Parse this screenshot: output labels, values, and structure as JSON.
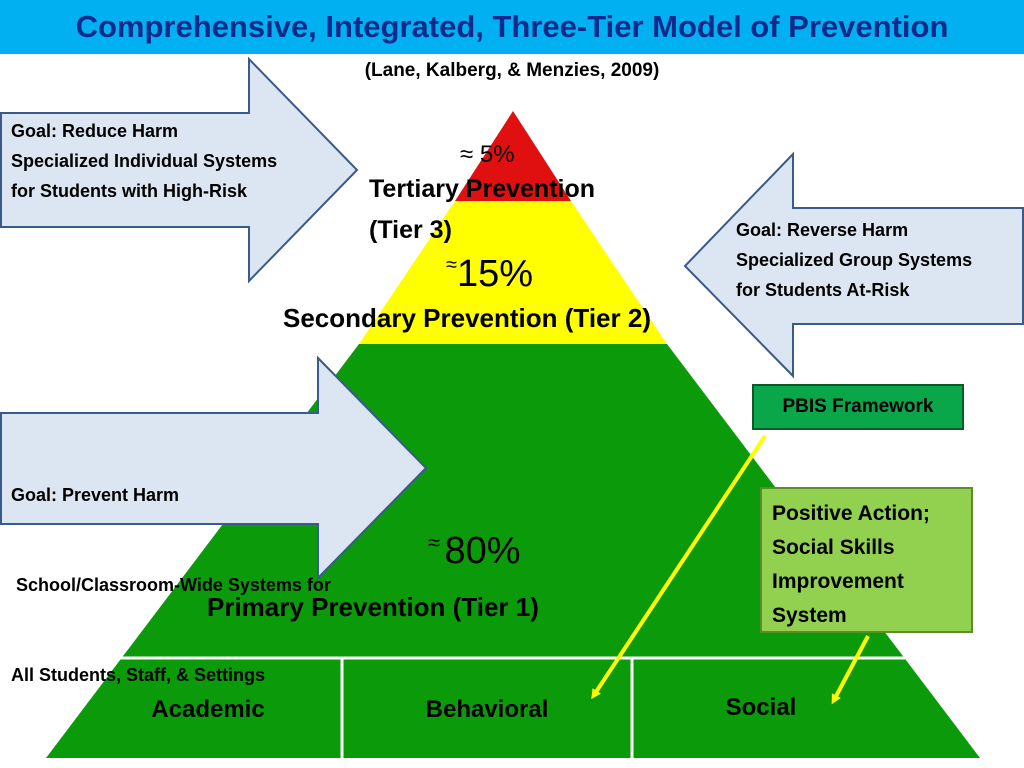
{
  "title": "Comprehensive, Integrated, Three-Tier Model of Prevention",
  "citation": "(Lane, Kalberg, & Menzies, 2009)",
  "colors": {
    "title_bar": "#00b0f0",
    "title_text": "#0d2a8c",
    "tier3": "#e01010",
    "tier2": "#ffff00",
    "tier1": "#0a9a0a",
    "arrow_fill": "#dce6f2",
    "arrow_stroke": "#3a5a8a",
    "pbis": "#0aa64a",
    "positive_action": "#92d050",
    "pointer": "#ffff00"
  },
  "tiers": {
    "tertiary": {
      "approx": "≈",
      "percent": "5%",
      "label_line1": "Tertiary Prevention",
      "label_line2": "(Tier 3)"
    },
    "secondary": {
      "approx": "≈",
      "percent": "15%",
      "label": "Secondary Prevention (Tier 2)"
    },
    "primary": {
      "approx": "≈",
      "percent": "80%",
      "label": "Primary Prevention (Tier 1)"
    }
  },
  "goals": {
    "tier3": {
      "lines": [
        "Goal: Reduce Harm",
        "Specialized Individual Systems",
        "for Students with High-Risk"
      ]
    },
    "tier2": {
      "lines": [
        "Goal: Reverse Harm",
        "Specialized Group Systems",
        "for Students At-Risk"
      ]
    },
    "tier1": {
      "lines": [
        "Goal: Prevent Harm",
        " School/Classroom-Wide Systems for",
        "All Students, Staff, & Settings"
      ]
    }
  },
  "pbis": {
    "label": "PBIS Framework"
  },
  "positive_action": {
    "lines": [
      "Positive Action;",
      "Social Skills",
      "Improvement",
      "System"
    ]
  },
  "domains": [
    "Academic",
    "Behavioral",
    "Social"
  ]
}
